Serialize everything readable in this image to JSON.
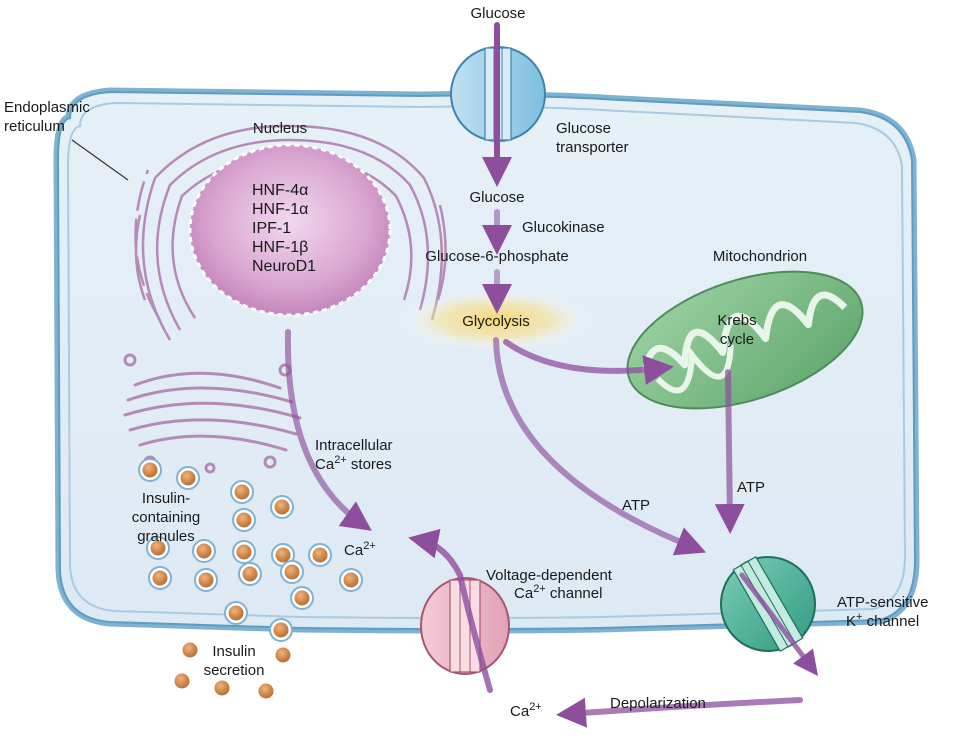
{
  "labels": {
    "glucose_outside": "Glucose",
    "er_line1": "Endoplasmic",
    "er_line2": "reticulum",
    "nucleus": "Nucleus",
    "transporter_line1": "Glucose",
    "transporter_line2": "transporter",
    "glucose_inside": "Glucose",
    "glucokinase": "Glucokinase",
    "g6p": "Glucose-6-phosphate",
    "mitochondrion": "Mitochondrion",
    "glycolysis": "Glycolysis",
    "krebs_line1": "Krebs",
    "krebs_line2": "cycle",
    "ca_stores_line1": "Intracellular",
    "ca_stores_line2_main": "Ca",
    "ca_stores_line2_sup": "2+",
    "ca_stores_line2_rest": " stores",
    "granules_line1": "Insulin-",
    "granules_line2": "containing",
    "granules_line3": "granules",
    "ca_inside_main": "Ca",
    "ca_inside_sup": "2+",
    "atp_left": "ATP",
    "atp_right": "ATP",
    "vdcc_line1": "Voltage-dependent",
    "vdcc_line2_main": "Ca",
    "vdcc_line2_sup": "2+",
    "vdcc_line2_rest": " channel",
    "katp_line1": "ATP-sensitive",
    "katp_line2_main": "K",
    "katp_line2_sup": "+",
    "katp_line2_rest": " channel",
    "secretion_line1": "Insulin",
    "secretion_line2": "secretion",
    "ca_outside_main": "Ca",
    "ca_outside_sup": "2+",
    "depolarization": "Depolarization"
  },
  "genes": [
    "HNF-4α",
    "HNF-1α",
    "IPF-1",
    "HNF-1β",
    "NeuroD1"
  ],
  "colors": {
    "membrane": "#7fb2d2",
    "cytoplasm": "#e3eef6",
    "nucleus_fill": "#cf92c6",
    "arrow": "#8e4e9e",
    "mito_fill": "#7fbe8a",
    "katp_fill": "#4cb39a",
    "vdcc_fill": "#e9b6c7",
    "granule": "#d08a4a",
    "glycolysis_glow": "#f7d46a"
  }
}
